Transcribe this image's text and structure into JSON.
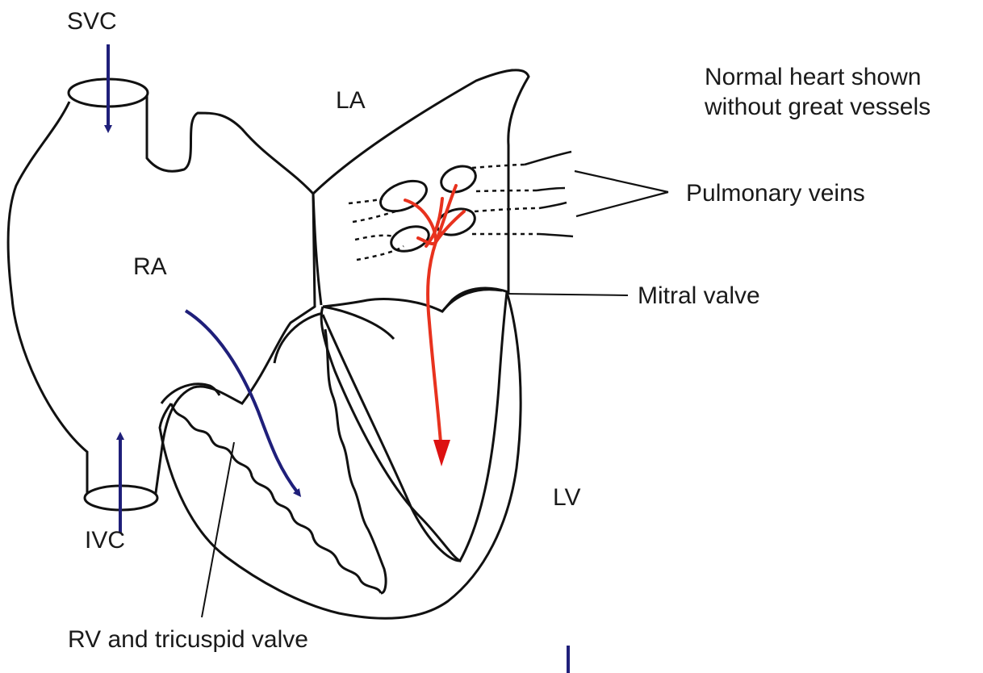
{
  "labels": {
    "svc": "SVC",
    "ivc": "IVC",
    "ra": "RA",
    "la": "LA",
    "lv": "LV",
    "note_line1": "Normal heart shown",
    "note_line2": "without great vessels",
    "pulmonary_veins": "Pulmonary veins",
    "mitral_valve": "Mitral valve",
    "rv_tricuspid": "RV and tricuspid valve"
  },
  "colors": {
    "outline": "#111111",
    "venous_arrow": "#1f1f7a",
    "oxygenated_flow": "#e8321e",
    "oxygenated_arrowhead": "#dd1111"
  }
}
